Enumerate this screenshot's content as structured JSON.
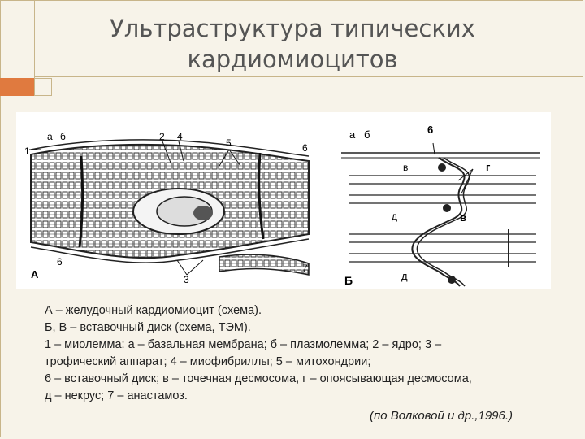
{
  "slide": {
    "title_line1": "Ультраструктура типических",
    "title_line2": "кардиомиоцитов",
    "accent_color": "#e07a3f"
  },
  "figure_labels": {
    "left": {
      "n1": "1",
      "a": "а",
      "b": "б",
      "n2": "2",
      "n4": "4",
      "n5": "5",
      "n6_top": "6",
      "n6_bottom": "6",
      "n7": "7",
      "n3": "3",
      "panel": "А"
    },
    "right": {
      "a": "а",
      "b": "б",
      "n6": "6",
      "v_top": "в",
      "g": "г",
      "d_mid": "д",
      "v_mid": "в",
      "d_bottom": "д",
      "panel": "Б"
    }
  },
  "caption": {
    "lines": [
      "А – желудочный кардиомиоцит (схема).",
      "Б, В – вставочный диск (схема, ТЭМ).",
      "1 – миолемма: а – базальная мембрана; б – плазмолемма; 2 – ядро; 3 –",
      "трофический аппарат; 4 – миофибриллы; 5 – митохондрии;",
      "6 – вставочный диск; в – точечная десмосома, г – опоясывающая десмосома,",
      "д – некрус; 7 – анастамоз."
    ],
    "source": "(по Волковой и др.,1996.)"
  }
}
